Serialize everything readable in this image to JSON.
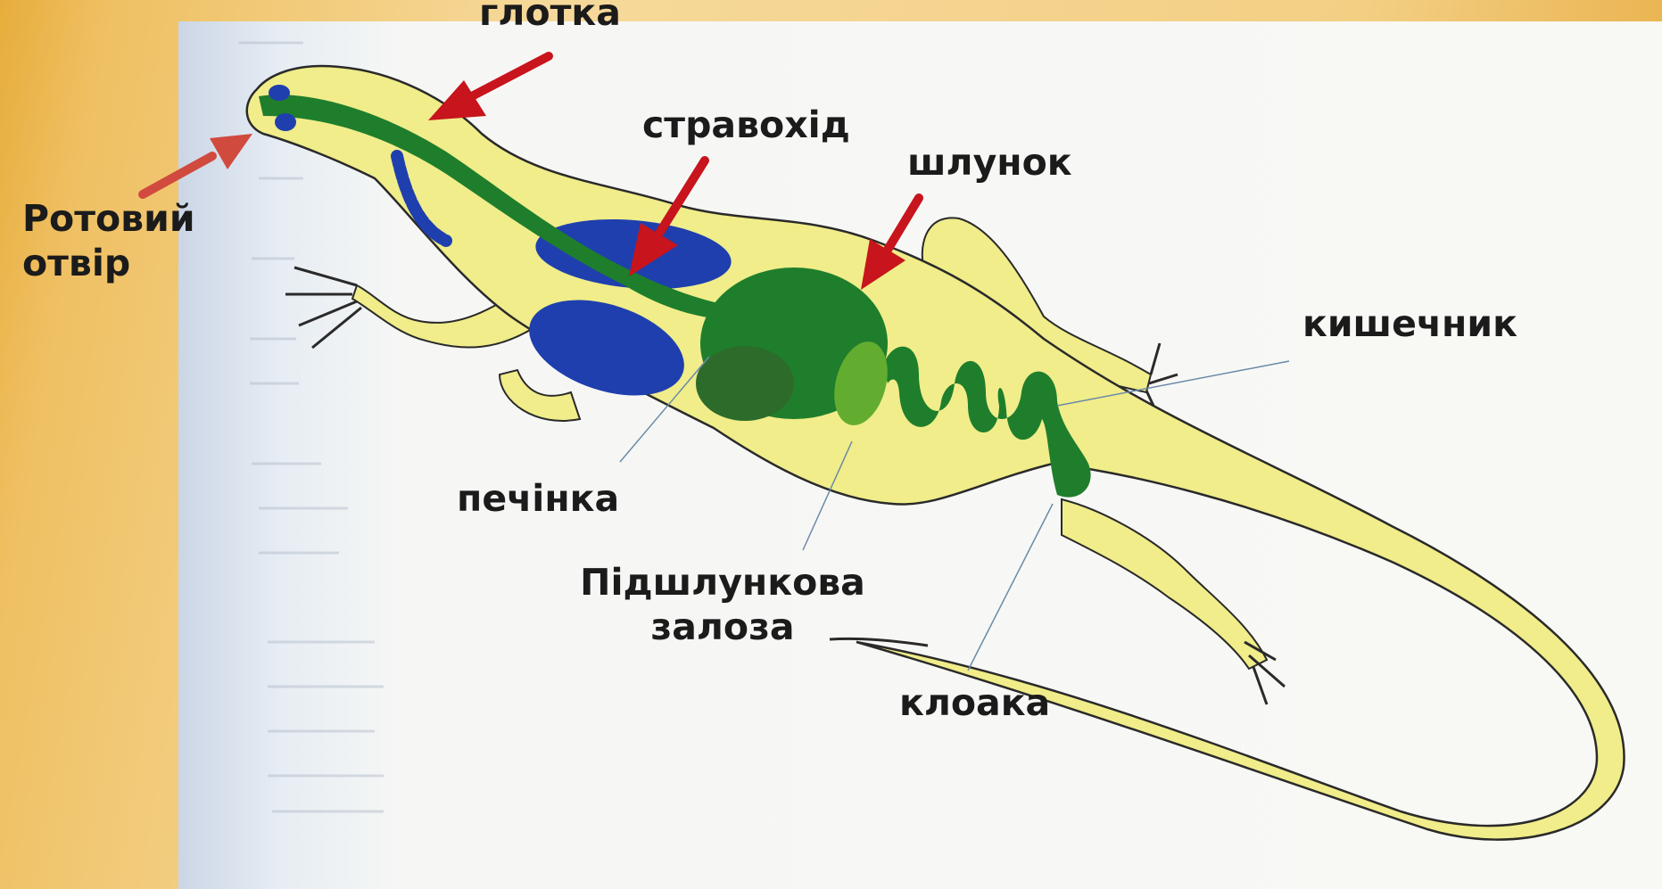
{
  "labels": {
    "pharynx": "глотка",
    "mouth_line1": "Ротовий",
    "mouth_line2": "отвір",
    "esophagus": "стравохід",
    "stomach": "шлунок",
    "intestine": "кишечник",
    "liver": "печінка",
    "pancreas_line1": "Підшлункова",
    "pancreas_line2": "залоза",
    "cloaca": "клоака"
  },
  "colors": {
    "body": "#f0ed8a",
    "outline": "#2a2a2a",
    "digestive_tract": "#1f7e2c",
    "lungs": "#1f3fae",
    "liver": "#2d6b2a",
    "pancreas": "#62ad2f",
    "arrow": "#c8141c",
    "arrow_faded": "#d14a3e",
    "leader_line": "#6b8aa8"
  },
  "icons": {
    "pointer_arrow": "red-arrow-icon"
  }
}
